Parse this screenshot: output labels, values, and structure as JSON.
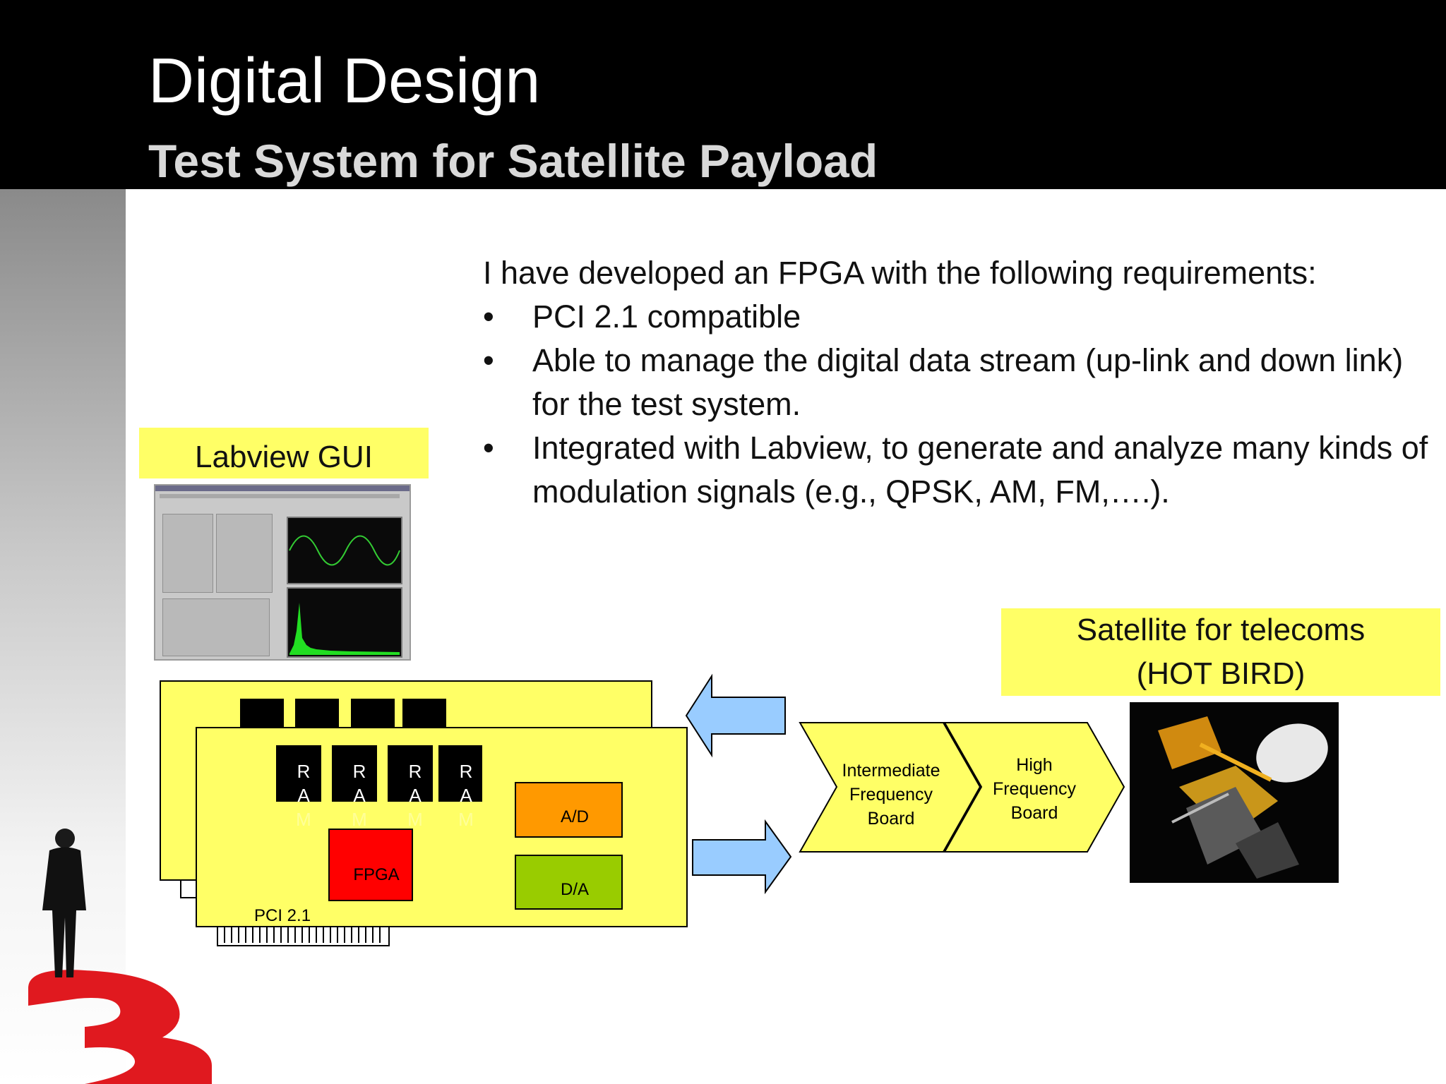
{
  "header": {
    "title": "Digital Design",
    "subtitle": "Test System for Satellite Payload"
  },
  "intro": "I have developed an FPGA with the following requirements:",
  "bullets": [
    "PCI 2.1 compatible",
    "Able to manage the digital data stream (up-link and down link) for the test system.",
    "Integrated with Labview, to generate and analyze many kinds of modulation signals (e.g., QPSK, AM, FM,….)."
  ],
  "bullet_glyph": "•",
  "labview_label": "Labview GUI",
  "satellite_label_line1": "Satellite for telecoms",
  "satellite_label_line2": "(HOT BIRD)",
  "board": {
    "ram_letters": [
      "R",
      "A",
      "M"
    ],
    "fpga_label": "FPGA",
    "ad_label": "A/D",
    "da_label": "D/A",
    "pci_label": "PCI 2.1"
  },
  "chevrons": {
    "if_board": [
      "Intermediate",
      "Frequency",
      "Board"
    ],
    "hf_board": [
      "High",
      "Frequency",
      "Board"
    ]
  },
  "colors": {
    "header_bg": "#000000",
    "label_yellow": "#ffff66",
    "board_yellow": "#ffff66",
    "fpga_red": "#ff0000",
    "ad_orange": "#ff9900",
    "da_green": "#99cc00",
    "arrow_blue": "#99ccff",
    "chevron_yellow": "#ffff66",
    "podium_red": "#e0191f"
  },
  "icons": {
    "person": "businessman-figure-icon",
    "podium": "red-number-3-podium-icon",
    "satellite": "satellite-photo-icon",
    "gui": "labview-screenshot-icon"
  }
}
